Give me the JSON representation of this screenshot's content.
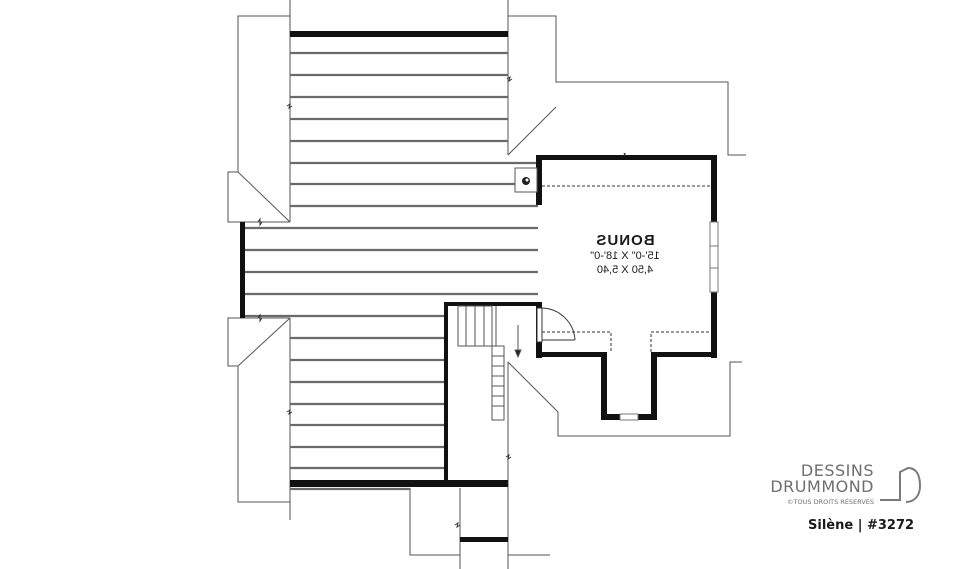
{
  "plan": {
    "view": "upper floor plan (mirrored)",
    "rooms": [
      {
        "name": "BONUS",
        "dim_imperial": "15'-0\" X 18'-0\"",
        "dim_metric": "4,50 X 5,40"
      }
    ]
  },
  "branding": {
    "line1": "DESSINS",
    "line2": "DRUMMOND",
    "line3": "©TOUS DROITS RÉSERVÉS",
    "logo_icon": "drummond-d-icon"
  },
  "caption": {
    "model_name": "Silène",
    "separator": "|",
    "model_number": "#3272"
  },
  "colors": {
    "wall": "#111111",
    "line": "#555555",
    "roof_line": "#6a6a6a",
    "logo_gray": "#6e6e6e",
    "background": "#ffffff"
  }
}
